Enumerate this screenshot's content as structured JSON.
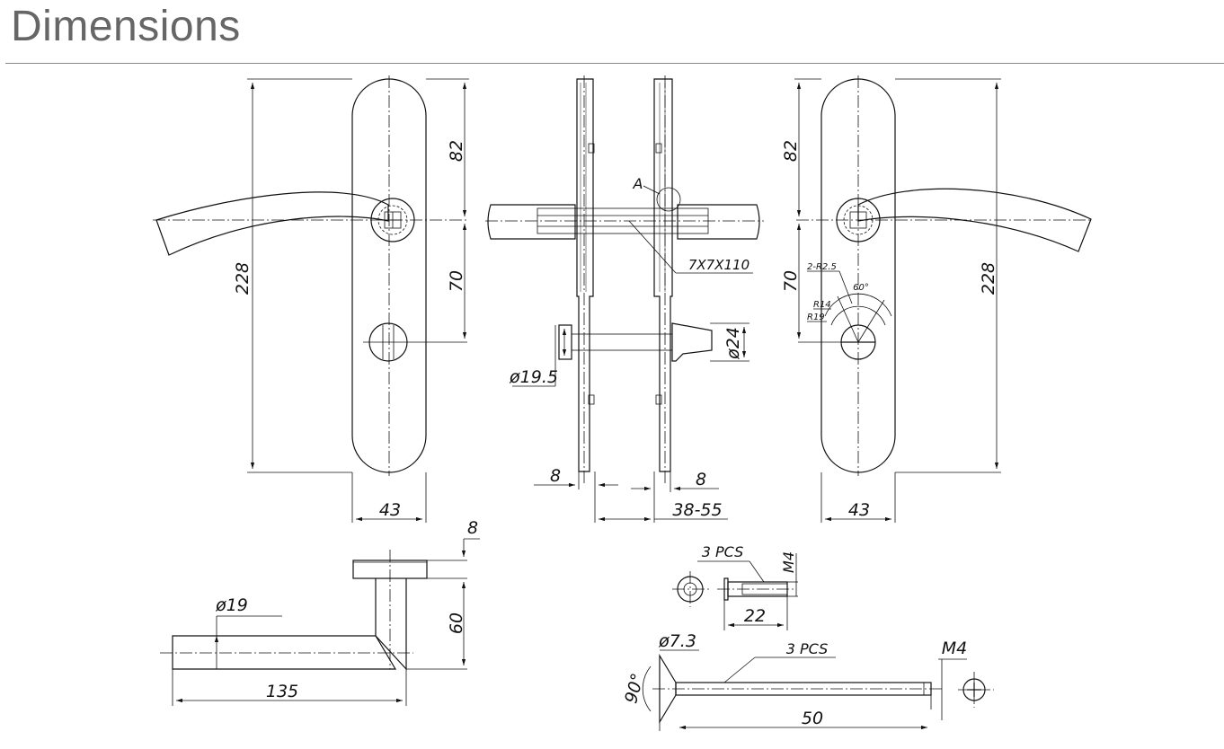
{
  "page": {
    "title": "Dimensions"
  },
  "front_view": {
    "height_total": "228",
    "upper_segment": "82",
    "lower_segment": "70",
    "width": "43"
  },
  "side_view": {
    "spindle": "7X7X110",
    "detail_label": "A",
    "thread_dia": "ø19.5",
    "rose_dia": "ø24",
    "plate_thickness_left": "8",
    "plate_thickness_right": "8",
    "door_range": "38-55"
  },
  "back_view": {
    "height_total": "228",
    "upper_segment": "82",
    "lower_segment": "70",
    "width": "43",
    "radius_small": "2-R2.5",
    "angle": "60°",
    "radius_mid": "R14",
    "radius_large": "R19"
  },
  "lever_profile": {
    "grip_dia": "ø19",
    "length": "135",
    "height": "60",
    "rose_thickness": "8"
  },
  "sleeve_bolt": {
    "quantity": "3 PCS",
    "thread": "M4",
    "length": "22"
  },
  "screw": {
    "head_dia": "ø7.3",
    "quantity": "3 PCS",
    "thread": "M4",
    "head_angle": "90°",
    "length": "50"
  }
}
